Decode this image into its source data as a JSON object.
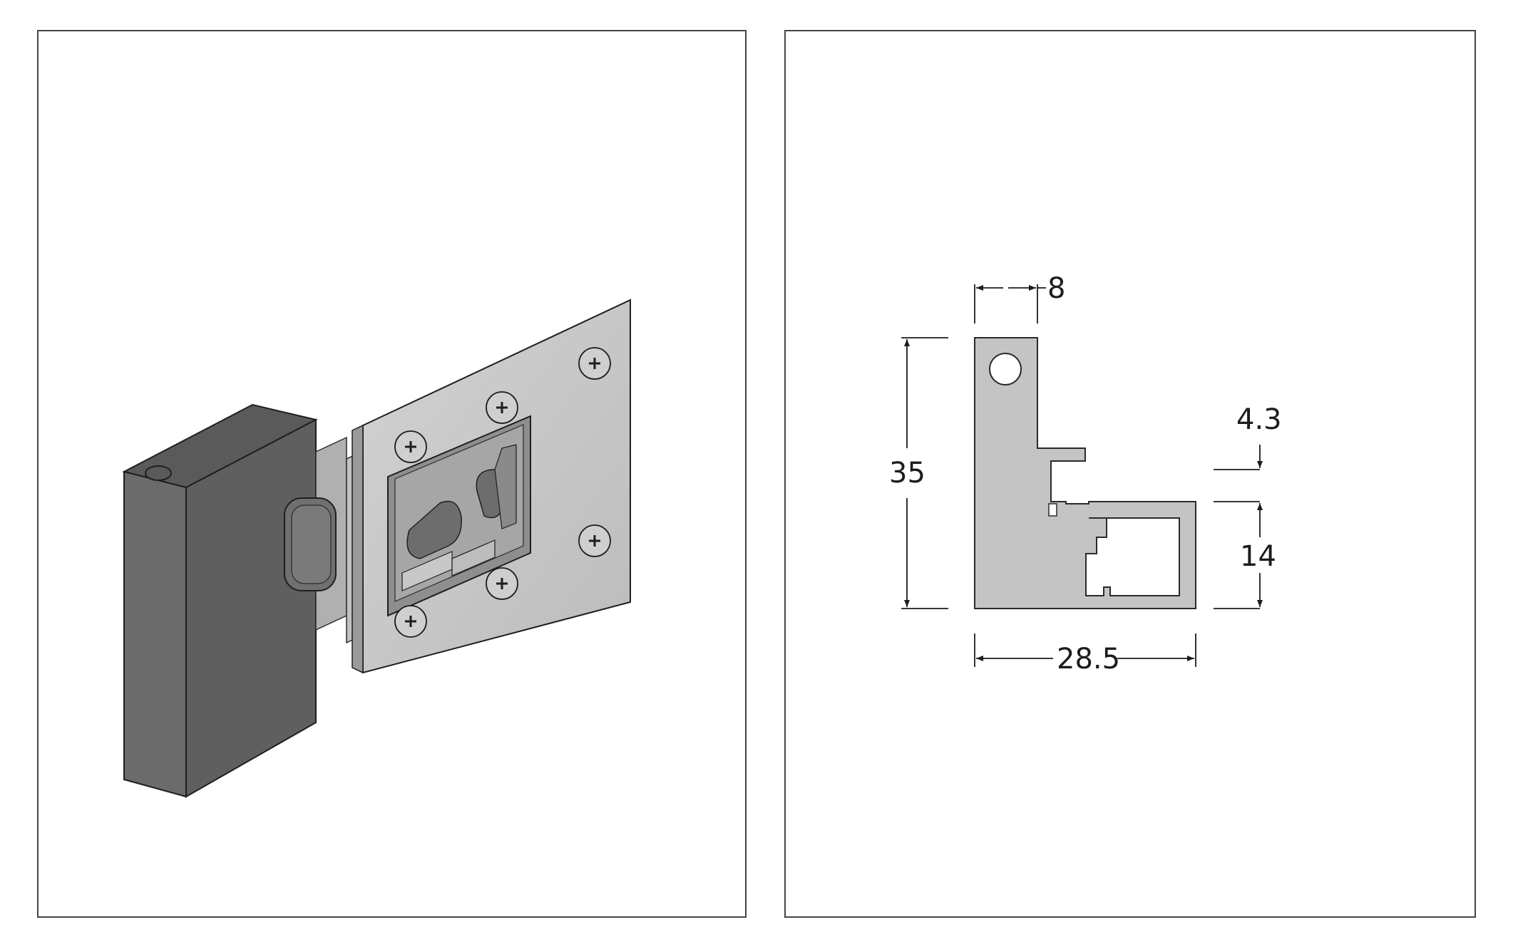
{
  "dimensions": {
    "flange_width": "8",
    "total_height": "35",
    "offset": "4.3",
    "channel_height": "14",
    "total_width": "28.5"
  },
  "colors": {
    "frame": "#454545",
    "aluminium": "#c4c4c4",
    "block": "#6e6e6e",
    "line": "#2a2a2a"
  }
}
